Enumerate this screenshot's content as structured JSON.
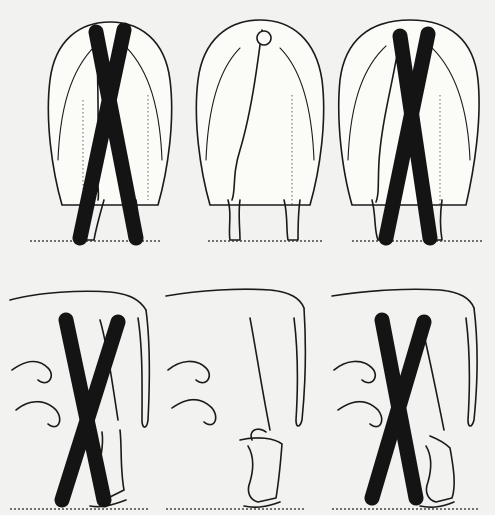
{
  "figure": {
    "panels": [
      {
        "view": "rear",
        "row": "top",
        "position": "left",
        "status": "incorrect",
        "mark": "cross"
      },
      {
        "view": "rear",
        "row": "top",
        "position": "center",
        "status": "correct",
        "mark": "none"
      },
      {
        "view": "rear",
        "row": "top",
        "position": "right",
        "status": "incorrect",
        "mark": "cross"
      },
      {
        "view": "side",
        "row": "bottom",
        "position": "left",
        "status": "incorrect",
        "mark": "cross"
      },
      {
        "view": "side",
        "row": "bottom",
        "position": "center",
        "status": "correct",
        "mark": "none"
      },
      {
        "view": "side",
        "row": "bottom",
        "position": "right",
        "status": "incorrect",
        "mark": "cross"
      }
    ],
    "colors": {
      "background": "#f2f2f0",
      "line": "#1a1a1a",
      "cross_mark": "#141414"
    }
  }
}
